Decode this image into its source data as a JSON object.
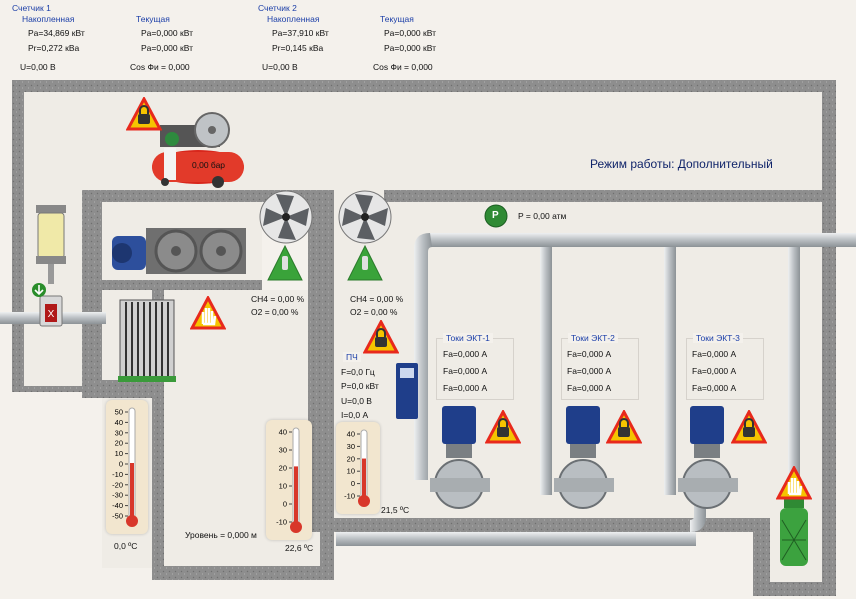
{
  "meter1": {
    "title": "Счетчик 1",
    "acc_label": "Накопленная",
    "cur_label": "Текущая",
    "pa_acc": "Pa=34,869 кВт",
    "pr_acc": "Pr=0,272 кВа",
    "pa_cur": "Pa=0,000 кВт",
    "pr_cur": "Pa=0,000 кВт",
    "u": "U=0,00 В",
    "cos": "Cos Фи = 0,000"
  },
  "meter2": {
    "title": "Счетчик 2",
    "acc_label": "Накопленная",
    "cur_label": "Текущая",
    "pa_acc": "Pa=37,910 кВт",
    "pr_acc": "Pr=0,145 кВа",
    "pa_cur": "Pa=0,000 кВт",
    "pr_cur": "Pa=0,000 кВт",
    "u": "U=0,00 В",
    "cos": "Cos Фи = 0,000"
  },
  "mode": "Режим работы: Дополнительный",
  "compressor": {
    "pressure": "0,00 бар"
  },
  "gas1": {
    "ch4": "CH4 = 0,00 %",
    "o2": "O2 = 0,00 %"
  },
  "gas2": {
    "ch4": "CH4 = 0,00 %",
    "o2": "O2 = 0,00 %"
  },
  "pressure_sensor": {
    "badge": "P",
    "value": "P = 0,00  атм"
  },
  "vfd": {
    "title": "ПЧ",
    "f": "F=0,0 Гц",
    "p": "P=0,0 кВт",
    "u": "U=0,0 В",
    "i": "I=0,0 А"
  },
  "ekt": [
    {
      "title": "Токи ЭКТ-1",
      "a": "Fa=0,000 А",
      "b": "Fa=0,000 А",
      "c": "Fa=0,000 А"
    },
    {
      "title": "Токи ЭКТ-2",
      "a": "Fa=0,000 А",
      "b": "Fa=0,000 А",
      "c": "Fa=0,000 А"
    },
    {
      "title": "Токи ЭКТ-3",
      "a": "Fa=0,000 А",
      "b": "Fa=0,000 А",
      "c": "Fa=0,000 А"
    }
  ],
  "level": "Уровень = 0,000 м",
  "thermometers": [
    {
      "reading": "0,0 ºC",
      "fill_fraction": 0.5,
      "scale": [
        "50",
        "40",
        "30",
        "20",
        "10",
        "0",
        "-10",
        "-20",
        "-30",
        "-40",
        "-50"
      ]
    },
    {
      "reading": "22,6 ºC",
      "fill_fraction": 0.6,
      "scale": [
        "40",
        "30",
        "20",
        "10",
        "0",
        "-10"
      ]
    },
    {
      "reading": "21,5 ºC",
      "fill_fraction": 0.58,
      "scale": [
        "40",
        "30",
        "20",
        "10",
        "0",
        "-10"
      ]
    }
  ],
  "colors": {
    "wall": "#9a9a9a",
    "pipe": "#c9cdd0",
    "accent_blue": "#1c3fa8",
    "warning": "#e8291c",
    "ok_green": "#3a9a3a"
  }
}
